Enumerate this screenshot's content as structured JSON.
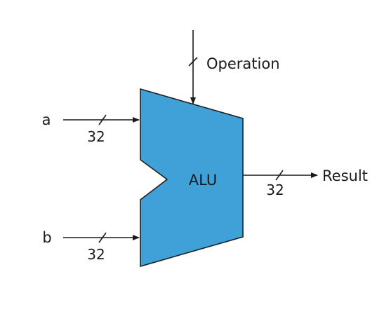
{
  "diagram": {
    "block": {
      "label": "ALU",
      "fill_color": "#3fa1d8",
      "stroke_color": "#1f1f1f"
    },
    "inputs": {
      "a": {
        "label": "a",
        "width": "32"
      },
      "b": {
        "label": "b",
        "width": "32"
      },
      "operation": {
        "label": "Operation"
      }
    },
    "output": {
      "label": "Result",
      "width": "32"
    }
  }
}
